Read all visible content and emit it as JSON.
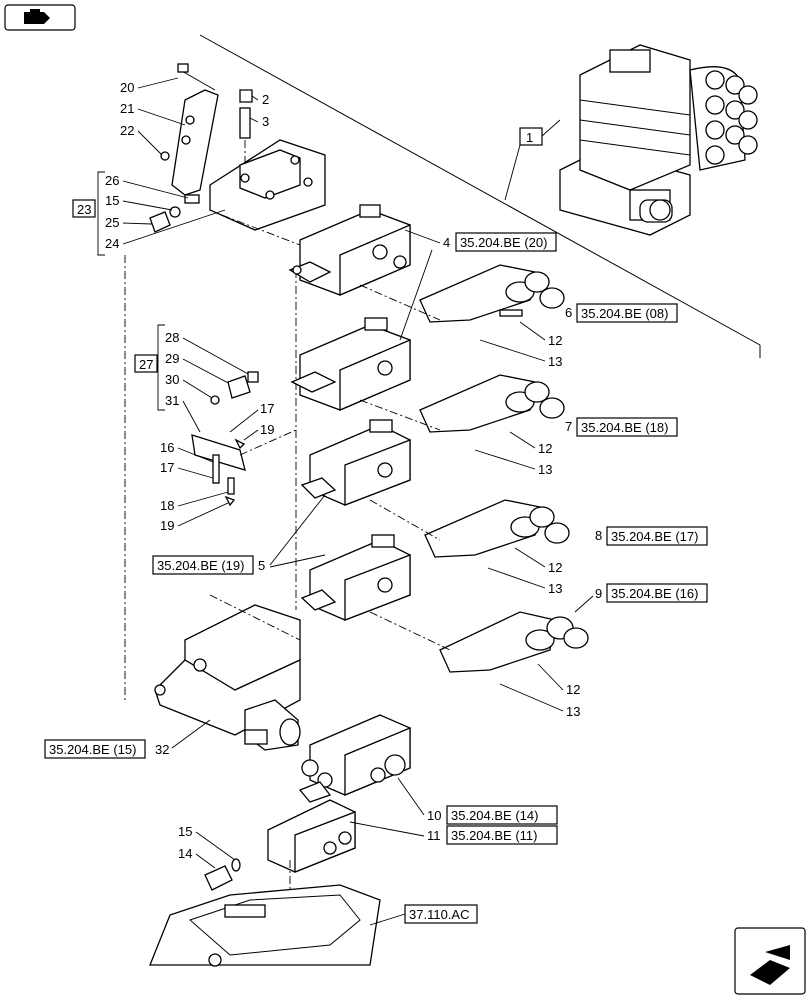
{
  "nav": {
    "back_icon": "book-arrow-icon",
    "next_icon": "page-forward-icon"
  },
  "labels": {
    "n1": "1",
    "n2": "2",
    "n3": "3",
    "n4": "4",
    "n5": "5",
    "n6": "6",
    "n7": "7",
    "n8": "8",
    "n9": "9",
    "n10": "10",
    "n11": "11",
    "n12": "12",
    "n13": "13",
    "n14": "14",
    "n15": "15",
    "n16": "16",
    "n17": "17",
    "n18": "18",
    "n19": "19",
    "n20": "20",
    "n21": "21",
    "n22": "22",
    "n23": "23",
    "n24": "24",
    "n25": "25",
    "n26": "26",
    "n27": "27",
    "n28": "28",
    "n29": "29",
    "n30": "30",
    "n31": "31",
    "n32": "32"
  },
  "refs": {
    "r20": "35.204.BE (20)",
    "r08": "35.204.BE (08)",
    "r18": "35.204.BE (18)",
    "r17": "35.204.BE (17)",
    "r16": "35.204.BE (16)",
    "r19": "35.204.BE (19)",
    "r15": "35.204.BE (15)",
    "r14": "35.204.BE (14)",
    "r11": "35.204.BE (11)",
    "r37": "37.110.AC"
  }
}
